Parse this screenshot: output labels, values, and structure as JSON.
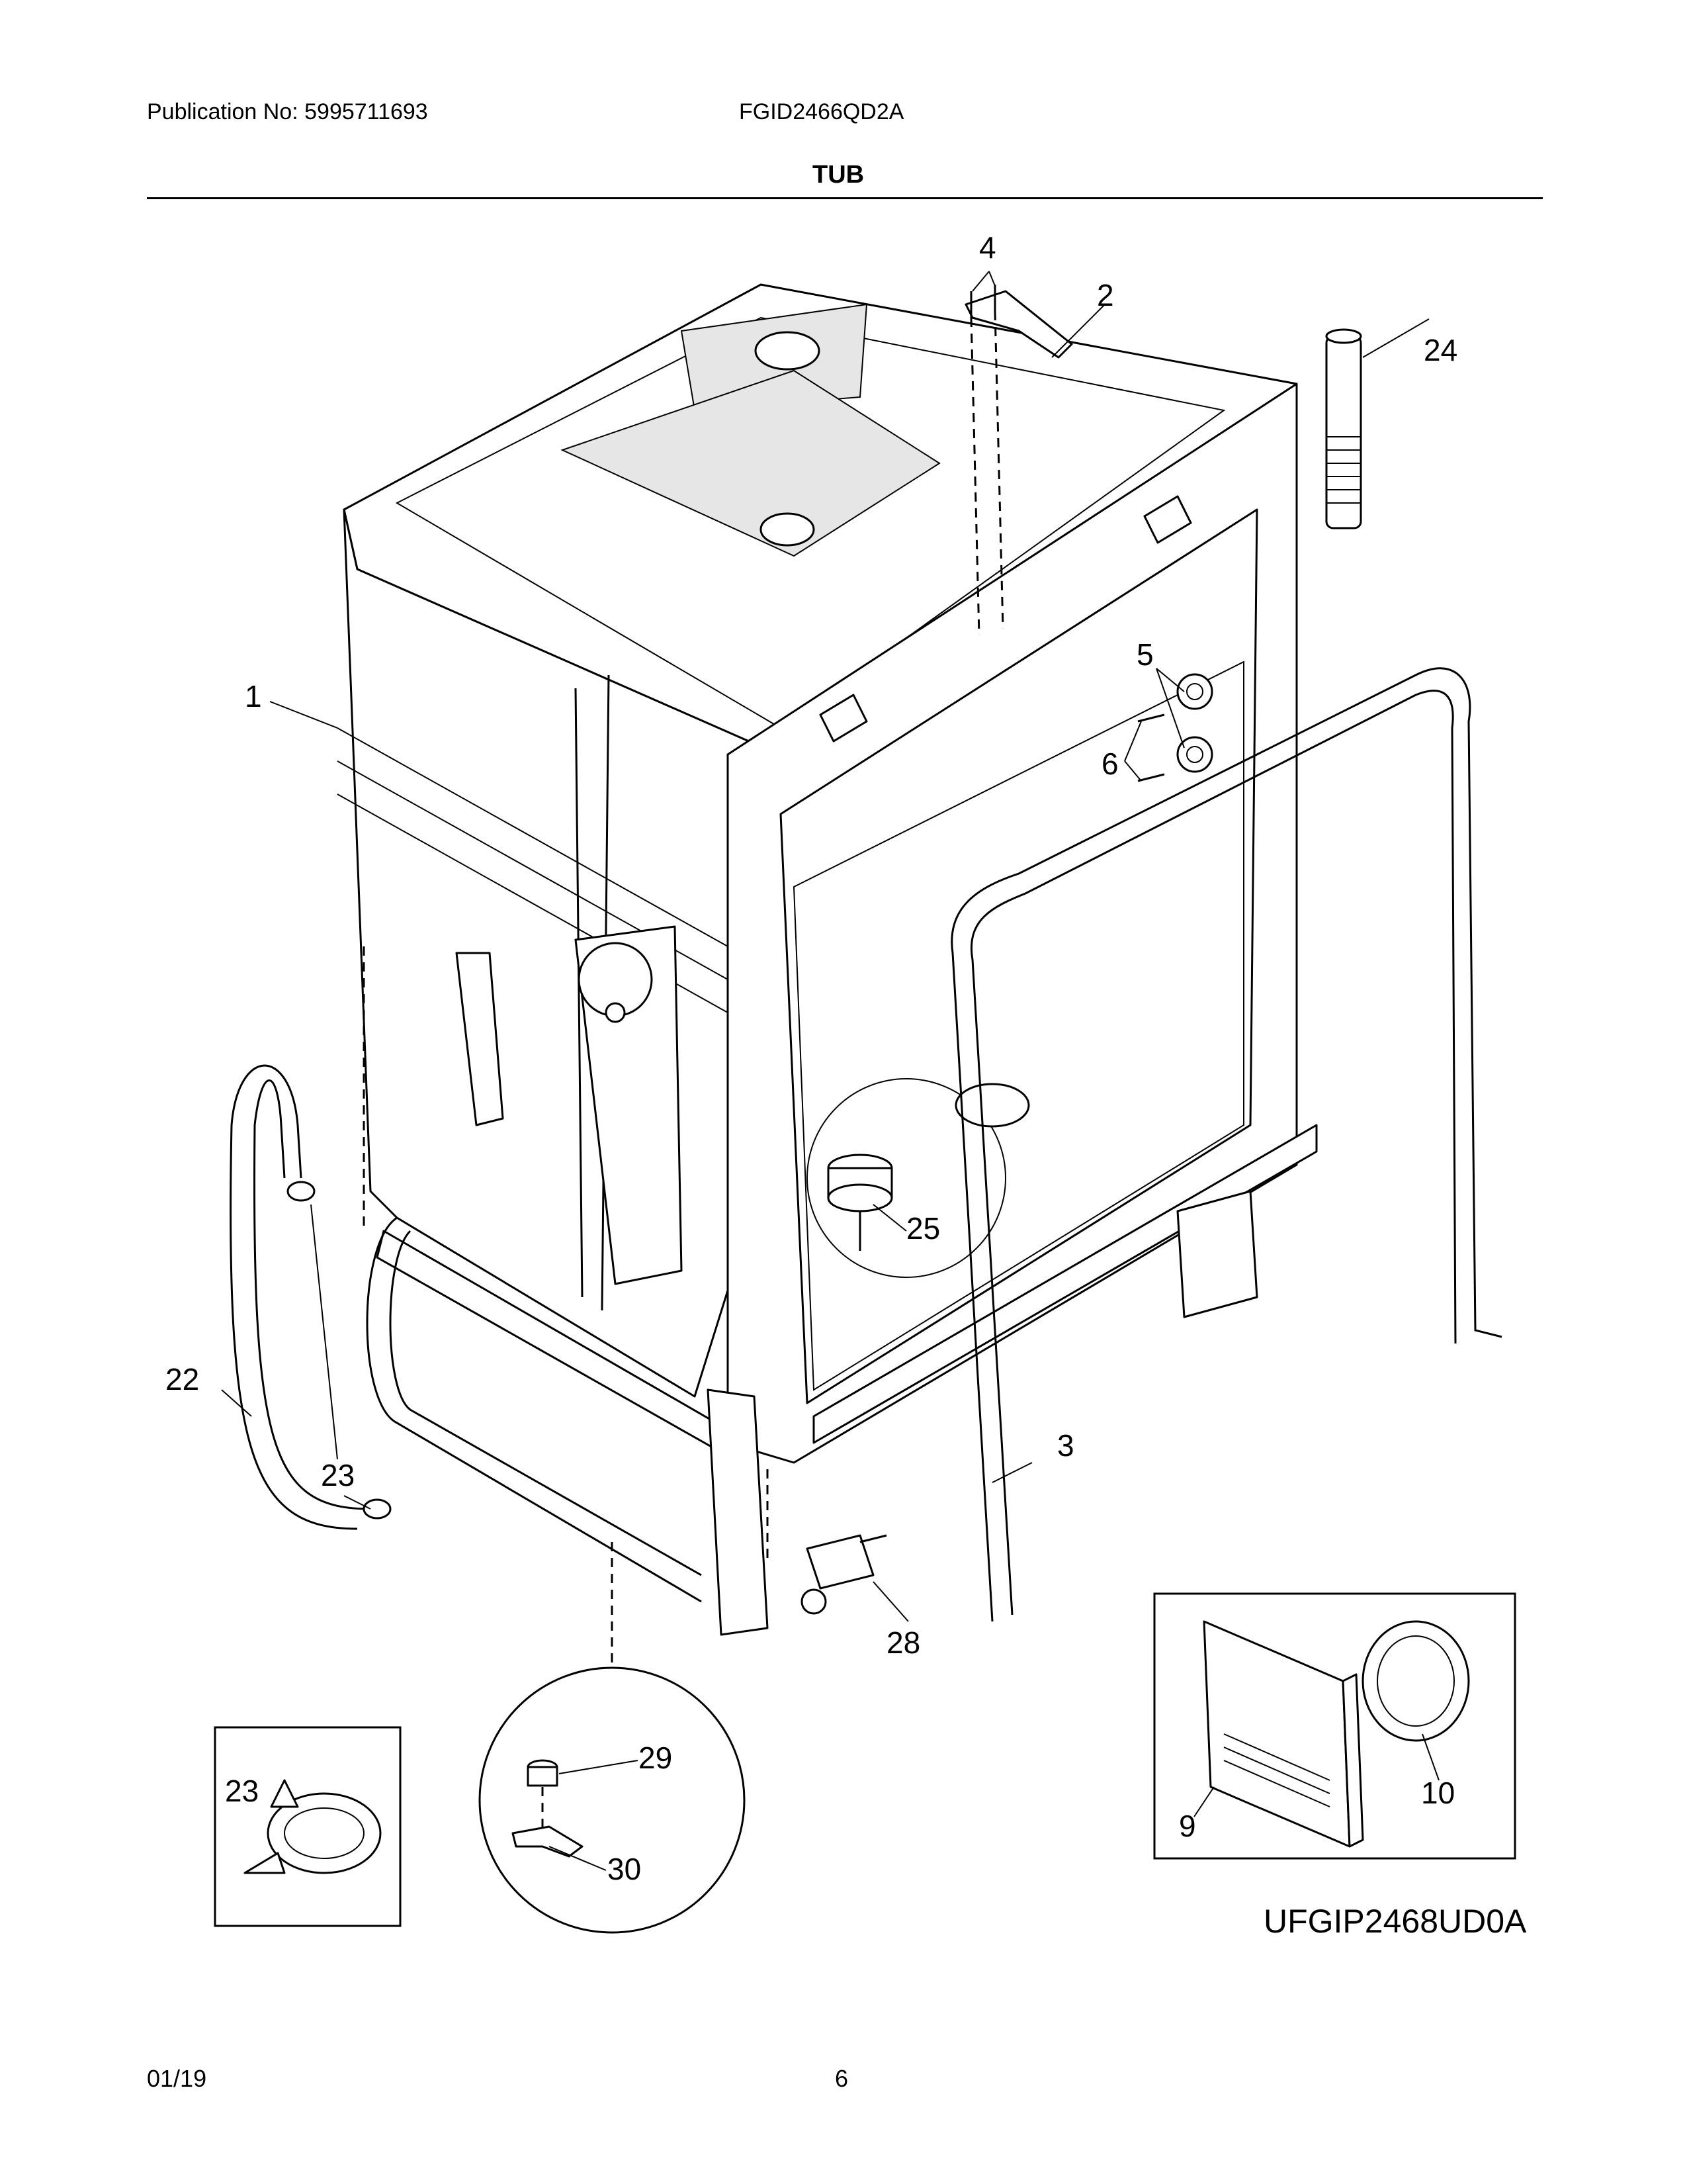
{
  "header": {
    "publication": "Publication No: 5995711693",
    "model": "FGID2466QD2A",
    "section_title": "TUB"
  },
  "callouts": {
    "c1": "1",
    "c2": "2",
    "c3": "3",
    "c4": "4",
    "c5": "5",
    "c6": "6",
    "c9": "9",
    "c10": "10",
    "c22": "22",
    "c23a": "23",
    "c23b": "23",
    "c24": "24",
    "c25": "25",
    "c28": "28",
    "c29": "29",
    "c30": "30"
  },
  "kit_label": "UFGIP2468UD0A",
  "footer": {
    "date": "01/19",
    "page": "6"
  }
}
